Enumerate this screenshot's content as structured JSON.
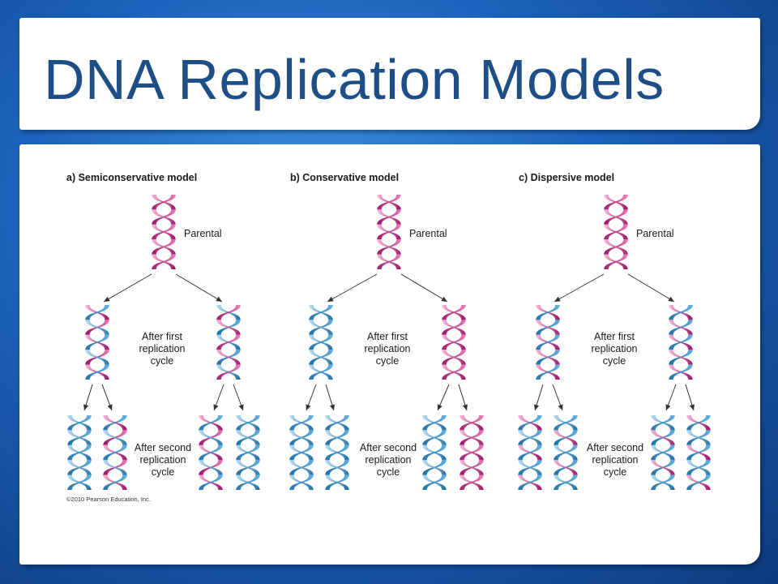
{
  "slide": {
    "title": "DNA Replication Models"
  },
  "diagram": {
    "models": [
      {
        "title": "a) Semiconservative model",
        "parental_label": "Parental",
        "first_cycle_label": [
          "After first",
          "replication",
          "cycle"
        ],
        "second_cycle_label": [
          "After second",
          "replication",
          "cycle"
        ],
        "first_gen": [
          [
            "pink",
            "blue"
          ],
          [
            "blue",
            "pink"
          ]
        ],
        "second_gen": [
          [
            "blue",
            "blue"
          ],
          [
            "pink",
            "blue"
          ],
          [
            "pink",
            "blue"
          ],
          [
            "blue",
            "blue"
          ]
        ]
      },
      {
        "title": "b) Conservative model",
        "parental_label": "Parental",
        "first_cycle_label": [
          "After first",
          "replication",
          "cycle"
        ],
        "second_cycle_label": [
          "After second",
          "replication",
          "cycle"
        ],
        "first_gen": [
          [
            "blue",
            "blue"
          ],
          [
            "pink",
            "pink"
          ]
        ],
        "second_gen": [
          [
            "blue",
            "blue"
          ],
          [
            "blue",
            "blue"
          ],
          [
            "blue",
            "blue"
          ],
          [
            "pink",
            "pink"
          ]
        ]
      },
      {
        "title": "c) Dispersive model",
        "parental_label": "Parental",
        "first_cycle_label": [
          "After first",
          "replication",
          "cycle"
        ],
        "second_cycle_label": [
          "After second",
          "replication",
          "cycle"
        ],
        "first_gen": [
          [
            "mixed",
            "mixed"
          ],
          [
            "mixed",
            "mixed"
          ]
        ],
        "second_gen": [
          [
            "mixed",
            "blue"
          ],
          [
            "blue",
            "mixed"
          ],
          [
            "blue",
            "mixed"
          ],
          [
            "mixed",
            "blue"
          ]
        ]
      }
    ],
    "copyright": "©2010 Pearson Education, Inc."
  },
  "colors": {
    "pink_dark": "#9b1266",
    "pink_light": "#f2a6cf",
    "blue_dark": "#1b6ea5",
    "blue_light": "#a8d4ec",
    "title_text": "#1d4f86"
  }
}
